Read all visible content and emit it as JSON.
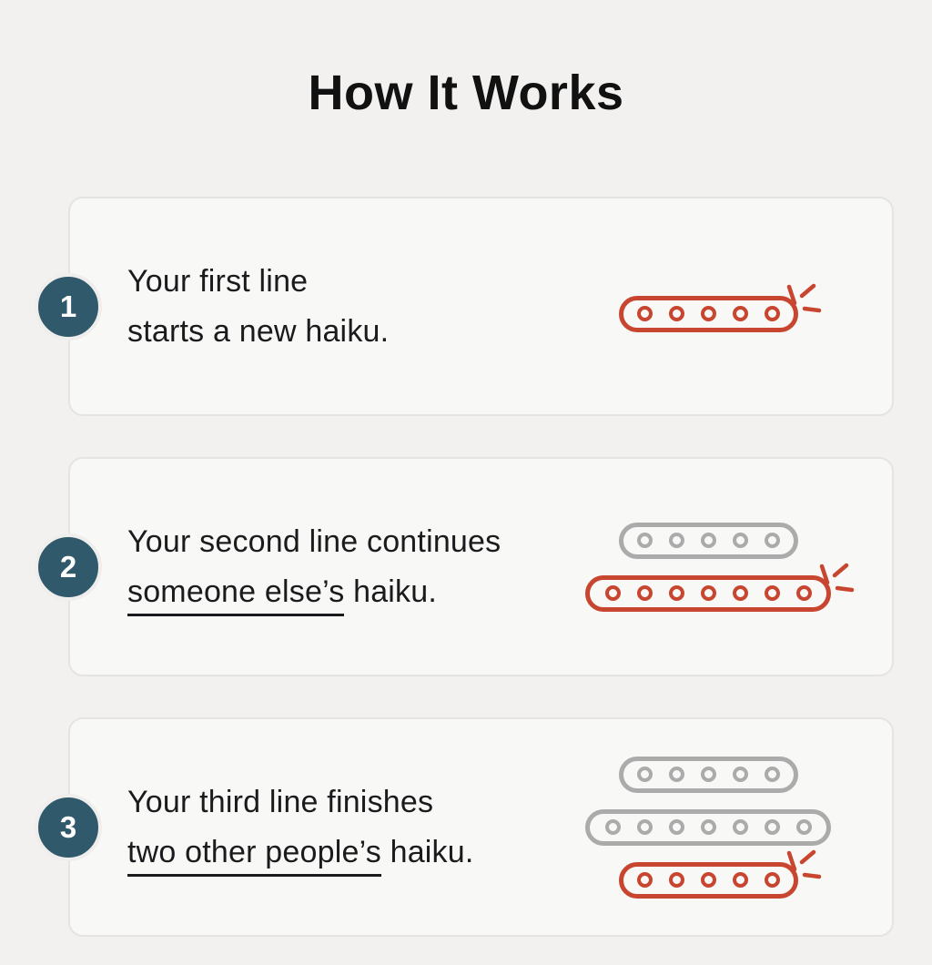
{
  "page": {
    "title": "How It Works"
  },
  "colors": {
    "accent_red": "#c8462f",
    "muted_gray": "#ababab",
    "badge_teal": "#30596b",
    "text": "#1b1b1d",
    "page_bg": "#f2f1f0",
    "card_bg": "#f8f8f7",
    "card_border": "#e5e4e2"
  },
  "steps": [
    {
      "number": "1",
      "line1": "Your first line",
      "line2_underline": "",
      "line2_rest": "starts a new haiku.",
      "icon_rows": [
        {
          "slots": 5,
          "style": "highlight",
          "spark": true
        }
      ]
    },
    {
      "number": "2",
      "line1": "Your second line continues",
      "line2_underline": "someone else’s",
      "line2_rest": " haiku.",
      "icon_rows": [
        {
          "slots": 5,
          "style": "muted",
          "spark": false
        },
        {
          "slots": 7,
          "style": "highlight",
          "spark": true
        }
      ]
    },
    {
      "number": "3",
      "line1": "Your third line finishes",
      "line2_underline": "two other people’s",
      "line2_rest": " haiku.",
      "icon_rows": [
        {
          "slots": 5,
          "style": "muted",
          "spark": false
        },
        {
          "slots": 7,
          "style": "muted",
          "spark": false
        },
        {
          "slots": 5,
          "style": "highlight",
          "spark": true
        }
      ]
    }
  ]
}
